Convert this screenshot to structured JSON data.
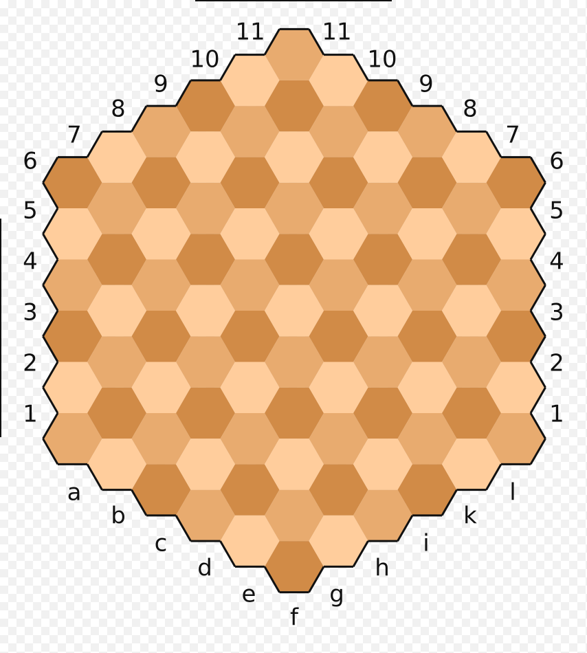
{
  "board": {
    "type": "hexagonal-chess",
    "colors": {
      "light": "#FFCD9C",
      "mid": "#E8AB6F",
      "dark": "#D18B47",
      "outline": "#111111"
    },
    "files": [
      "a",
      "b",
      "c",
      "d",
      "e",
      "f",
      "g",
      "h",
      "i",
      "k",
      "l"
    ],
    "left_ranks": [
      "11",
      "10",
      "9",
      "8",
      "7",
      "6",
      "5",
      "4",
      "3",
      "2",
      "1"
    ],
    "right_ranks": [
      "11",
      "10",
      "9",
      "8",
      "7",
      "6",
      "5",
      "4",
      "3",
      "2",
      "1"
    ]
  }
}
